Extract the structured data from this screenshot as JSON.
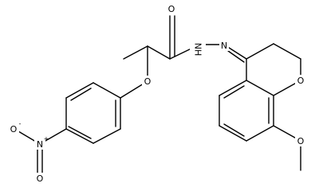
{
  "molecule": {
    "atoms": {
      "o_carbonyl": "O",
      "n_hydrazide": "NH",
      "n_hydrazone": "N",
      "o_ether": "O",
      "o_ring": "O",
      "o_methoxy": "O",
      "n_nitro": "N",
      "n_nitro_charge": "+",
      "o_nitro_left": "O",
      "o_nitro_left_charge": "-",
      "o_nitro_bottom": "O"
    }
  }
}
